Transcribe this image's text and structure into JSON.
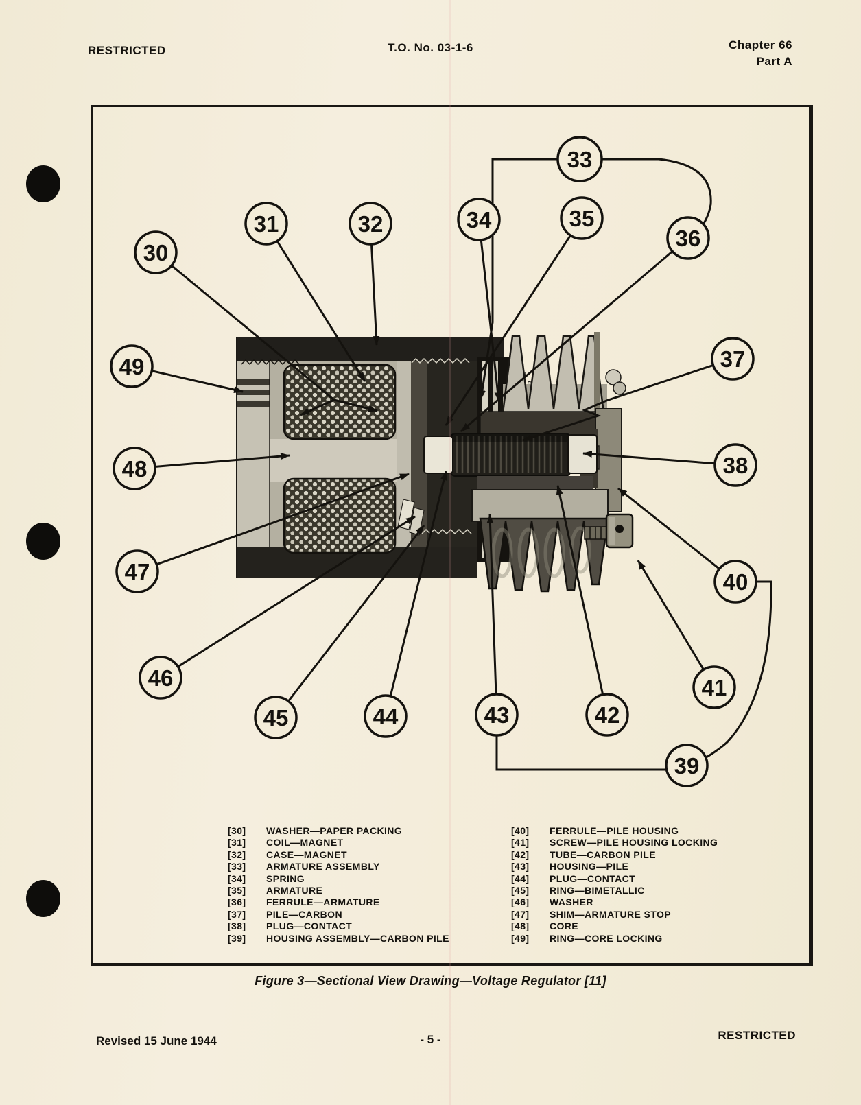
{
  "header": {
    "left": "RESTRICTED",
    "center": "T.O. No. 03-1-6",
    "right_line1": "Chapter 66",
    "right_line2": "Part A"
  },
  "figure": {
    "caption": "Figure 3—Sectional View Drawing—Voltage Regulator [11]"
  },
  "legend": {
    "columns": [
      {
        "items": [
          {
            "num": "[30]",
            "label": "WASHER—PAPER PACKING"
          },
          {
            "num": "[31]",
            "label": "COIL—MAGNET"
          },
          {
            "num": "[32]",
            "label": "CASE—MAGNET"
          },
          {
            "num": "[33]",
            "label": "ARMATURE ASSEMBLY"
          },
          {
            "num": "[34]",
            "label": "SPRING"
          },
          {
            "num": "[35]",
            "label": "ARMATURE"
          },
          {
            "num": "[36]",
            "label": "FERRULE—ARMATURE"
          },
          {
            "num": "[37]",
            "label": "PILE—CARBON"
          },
          {
            "num": "[38]",
            "label": "PLUG—CONTACT"
          },
          {
            "num": "[39]",
            "label": "HOUSING ASSEMBLY—CARBON PILE"
          }
        ]
      },
      {
        "items": [
          {
            "num": "[40]",
            "label": "FERRULE—PILE HOUSING"
          },
          {
            "num": "[41]",
            "label": "SCREW—PILE HOUSING LOCKING"
          },
          {
            "num": "[42]",
            "label": "TUBE—CARBON PILE"
          },
          {
            "num": "[43]",
            "label": "HOUSING—PILE"
          },
          {
            "num": "[44]",
            "label": "PLUG—CONTACT"
          },
          {
            "num": "[45]",
            "label": "RING—BIMETALLIC"
          },
          {
            "num": "[46]",
            "label": "WASHER"
          },
          {
            "num": "[47]",
            "label": "SHIM—ARMATURE STOP"
          },
          {
            "num": "[48]",
            "label": "CORE"
          },
          {
            "num": "[49]",
            "label": "RING—CORE LOCKING"
          }
        ]
      }
    ]
  },
  "callouts": {
    "c30": "30",
    "c31": "31",
    "c32": "32",
    "c33": "33",
    "c34": "34",
    "c35": "35",
    "c36": "36",
    "c37": "37",
    "c38": "38",
    "c39": "39",
    "c40": "40",
    "c41": "41",
    "c42": "42",
    "c43": "43",
    "c44": "44",
    "c45": "45",
    "c46": "46",
    "c47": "47",
    "c48": "48",
    "c49": "49"
  },
  "footer": {
    "left": "Revised 15 June 1944",
    "center": "- 5 -",
    "right": "RESTRICTED"
  },
  "colors": {
    "paper": "#f3ecd8",
    "ink": "#14120e"
  }
}
